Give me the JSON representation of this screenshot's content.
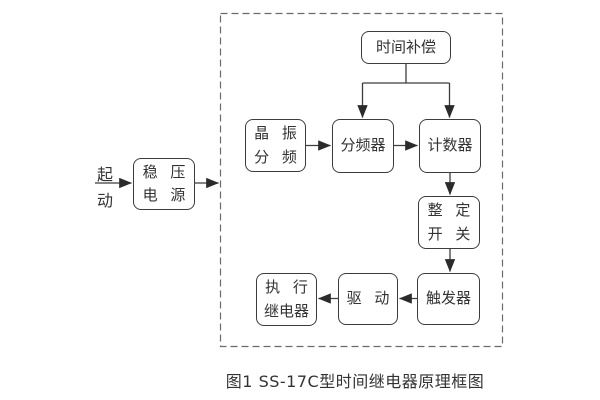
{
  "diagram": {
    "caption": "图1  SS-17C型时间继电器原理框图",
    "start": {
      "line1": "起",
      "line2": "动"
    },
    "nodes": {
      "regulator": {
        "line1": "稳 压",
        "line2": "电 源"
      },
      "crystal": {
        "line1": "晶 振",
        "line2": "分 频"
      },
      "time_compensation": {
        "label": "时间补偿"
      },
      "divider": {
        "label": "分频器"
      },
      "counter": {
        "label": "计数器"
      },
      "setting_switch": {
        "line1": "整 定",
        "line2": "开 关"
      },
      "trigger": {
        "label": "触发器"
      },
      "driver": {
        "label": "驱 动"
      },
      "output_relay": {
        "line1": "执 行",
        "line2": "继电器"
      }
    },
    "edges": [
      "start → regulator",
      "regulator → enclosure",
      "crystal → divider",
      "divider → counter",
      "time_compensation → divider",
      "time_compensation → counter",
      "counter → setting_switch",
      "setting_switch → trigger",
      "trigger → driver",
      "driver → output_relay"
    ],
    "colors": {
      "line": "#3c3c3c",
      "arrowhead": "#2b2b2b",
      "dashed_border": "#6b6b6b",
      "text": "#333333",
      "background": "#ffffff"
    }
  }
}
